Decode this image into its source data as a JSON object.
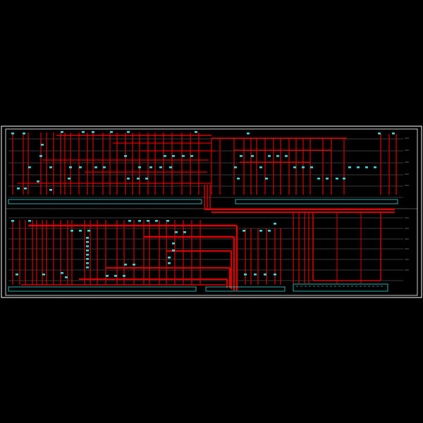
{
  "colors": {
    "background": "#000000",
    "frame": "#ffffff",
    "wire": "#e00000",
    "floor_line": "#ffffff",
    "device": "#38d8d8",
    "panel": "#38d8d8"
  },
  "panels": [
    {
      "id": "top-left-panel"
    },
    {
      "id": "top-right-panel"
    },
    {
      "id": "bottom-left-panel"
    },
    {
      "id": "bottom-mid-panel"
    },
    {
      "id": "bottom-right-panel"
    }
  ],
  "floor_levels": {
    "top": [
      "",
      "",
      "",
      "",
      ""
    ],
    "bottom": [
      "",
      "",
      "",
      "",
      "",
      ""
    ]
  }
}
